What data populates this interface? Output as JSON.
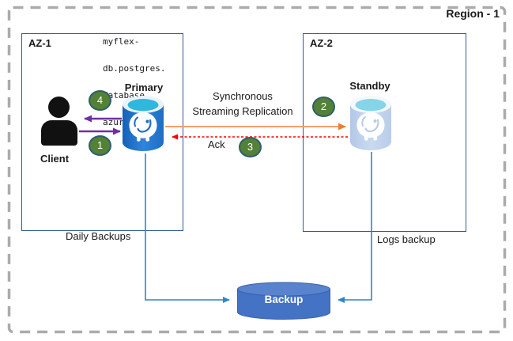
{
  "region": {
    "label": "Region - 1"
  },
  "az1": {
    "label": "AZ-1",
    "hostname_lines": [
      "myflex-",
      "db.postgres.",
      "database.",
      "azure.com"
    ],
    "client": {
      "label": "Client"
    },
    "primary": {
      "label": "Primary"
    }
  },
  "az2": {
    "label": "AZ-2",
    "standby": {
      "label": "Standby"
    }
  },
  "flows": {
    "replication": {
      "line1": "Synchronous",
      "line2": "Streaming Replication"
    },
    "ack": {
      "label": "Ack"
    },
    "daily_backups": {
      "label": "Daily Backups"
    },
    "logs_backup": {
      "label": "Logs backup"
    }
  },
  "steps": {
    "s1": "1",
    "s2": "2",
    "s3": "3",
    "s4": "4"
  },
  "backup": {
    "label": "Backup"
  },
  "colors": {
    "replication_arrow": "#F2A16E",
    "replication_arrowhead": "#ED7D31",
    "ack_arrow": "#FF0000",
    "client_arrows": "#7030A0",
    "backup_connectors": "#2E86C8",
    "step_badge_fill": "#538135",
    "step_badge_border": "#2E5F6E",
    "az_box_border": "#2E5B97",
    "region_border": "#ABABAB",
    "backup_cylinder_fill": "#4472C4",
    "primary_db_fill": "#1F6FC8",
    "primary_db_top": "#2FB7DE",
    "standby_db_fill": "#BDD0EC",
    "standby_db_top": "#85D5E8",
    "client_silhouette": "#111111"
  }
}
